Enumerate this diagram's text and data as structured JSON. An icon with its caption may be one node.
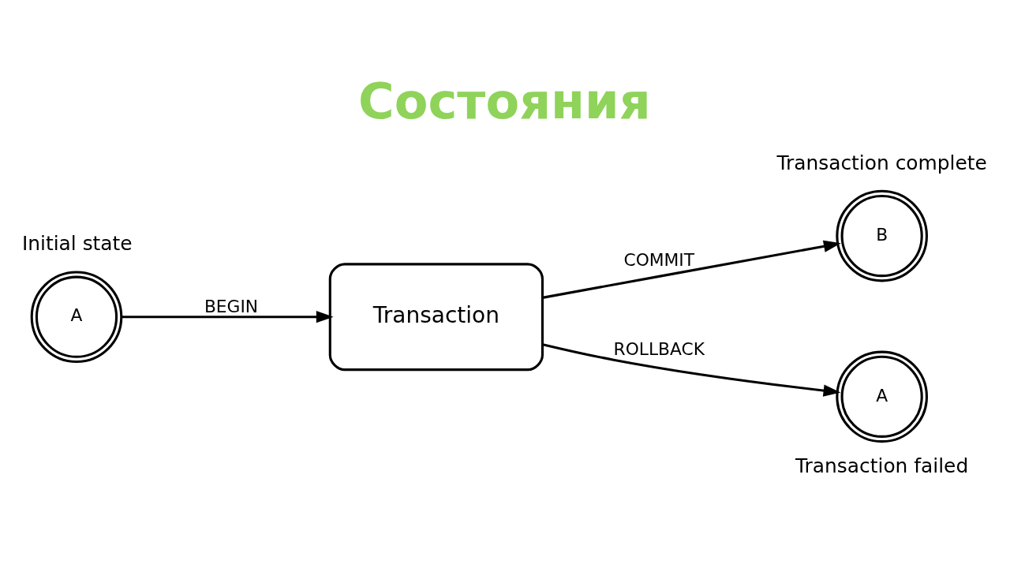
{
  "diagram": {
    "title": "Состояния",
    "nodes": [
      {
        "text": [
          "A"
        ],
        "beside": [
          "Initial state"
        ]
      },
      {
        "text": [
          "Transaction"
        ]
      },
      {
        "text": [
          "B"
        ],
        "beside": [
          "Transaction complete"
        ]
      },
      {
        "text": [
          "A"
        ],
        "beside": [
          "Transaction failed"
        ]
      }
    ],
    "edges": [
      {
        "from": 0,
        "to": 1,
        "arrow": "to",
        "label": "BEGIN"
      },
      {
        "from": 1,
        "to": 2,
        "arrow": "to",
        "label": "COMMIT"
      },
      {
        "from": 1,
        "to": 3,
        "arrow": "to",
        "label": "ROLLBACK"
      }
    ]
  }
}
